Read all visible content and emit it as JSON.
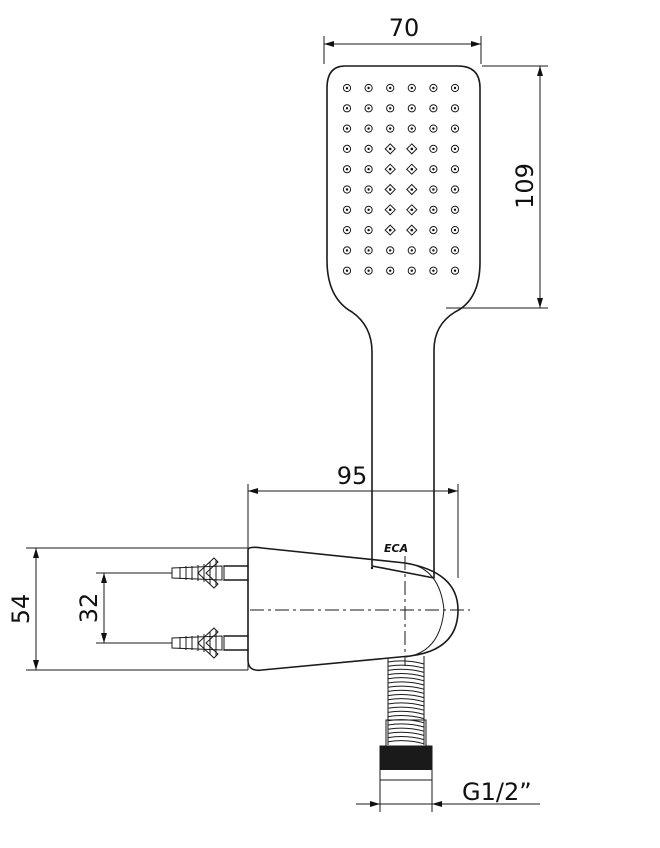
{
  "drawing": {
    "dimensions": {
      "head_width": "70",
      "head_height": "109",
      "holder_depth": "95",
      "bracket_height": "54",
      "screw_spacing": "32",
      "thread_size": "G1/2”"
    },
    "brand_mark": "ECA",
    "nozzle_grid": {
      "cols": 6,
      "rows": 10,
      "diamond_nozzles": [
        [
          3,
          2
        ],
        [
          4,
          2
        ],
        [
          5,
          2
        ],
        [
          6,
          2
        ],
        [
          7,
          2
        ],
        [
          3,
          3
        ],
        [
          4,
          3
        ],
        [
          5,
          3
        ],
        [
          6,
          3
        ],
        [
          7,
          3
        ]
      ]
    }
  }
}
